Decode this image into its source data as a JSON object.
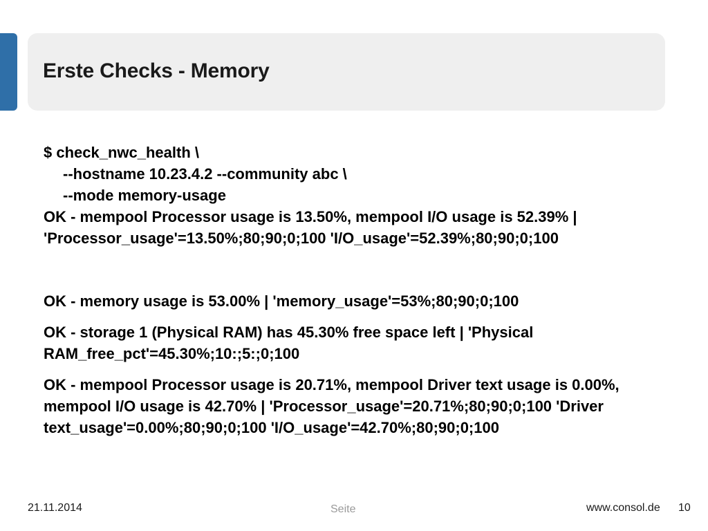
{
  "title": "Erste Checks - Memory",
  "command": {
    "line1": "$ check_nwc_health \\",
    "line2": "--hostname 10.23.4.2 --community abc \\",
    "line3": "--mode memory-usage"
  },
  "outputs": [
    "OK - mempool Processor usage is 13.50%, mempool I/O usage is 52.39% | 'Processor_usage'=13.50%;80;90;0;100 'I/O_usage'=52.39%;80;90;0;100",
    "OK - memory usage is 53.00% | 'memory_usage'=53%;80;90;0;100",
    "OK - storage 1 (Physical RAM) has 45.30% free space left | 'Physical RAM_free_pct'=45.30%;10:;5:;0;100",
    "OK - mempool Processor usage is 20.71%, mempool Driver text usage is 0.00%, mempool I/O usage is 42.70% | 'Processor_usage'=20.71%;80;90;0;100 'Driver text_usage'=0.00%;80;90;0;100 'I/O_usage'=42.70%;80;90;0;100"
  ],
  "footer": {
    "date": "21.11.2014",
    "page_label": "Seite",
    "url": "www.consol.de",
    "page_number": "10"
  },
  "colors": {
    "accent": "#2f6fa8",
    "title_background": "#efefef"
  }
}
